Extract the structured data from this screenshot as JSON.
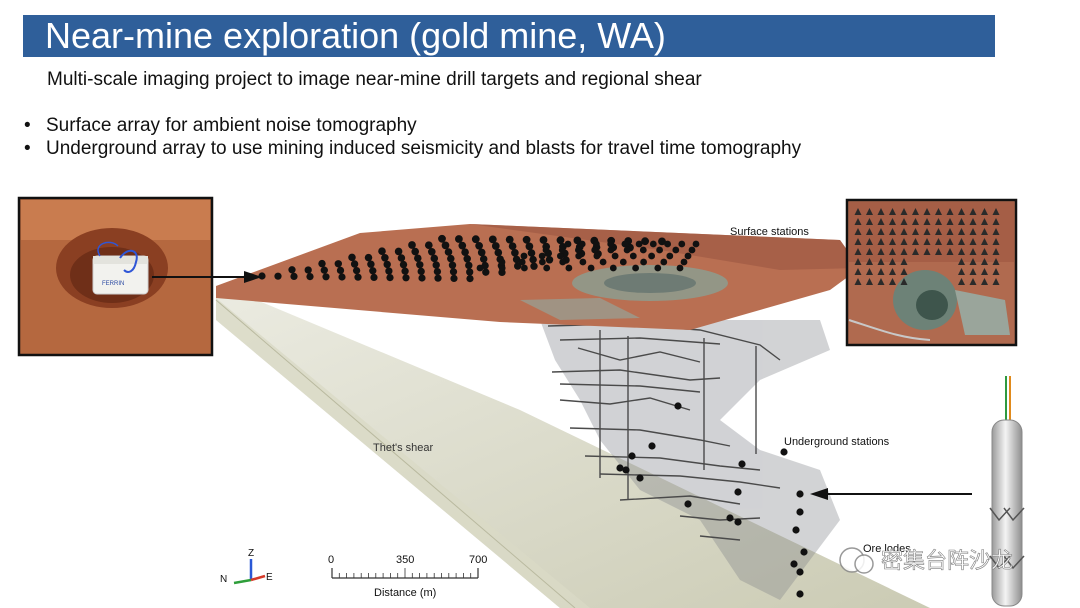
{
  "header": {
    "title": "Near-mine exploration (gold mine, WA)",
    "subtitle": "Multi-scale imaging project to image near-mine drill targets and regional shear"
  },
  "bullets": [
    "Surface array for ambient noise tomography",
    "Underground array to use mining induced seismicity and blasts for travel time tomography"
  ],
  "figure": {
    "surface_stations_label": "Surface stations",
    "underground_stations_label": "Underground stations",
    "shear_label": "Thet's shear",
    "ore_label": "Ore lodes",
    "sensor_brand": "FERRIN",
    "axes": {
      "z": "Z",
      "n": "N",
      "e": "E"
    },
    "scale_bar": {
      "ticks": [
        "0",
        "350",
        "700"
      ],
      "label": "Distance (m)"
    }
  },
  "watermark": "密集台阵沙龙",
  "colors": {
    "title_bar": "#2f5f9a",
    "surface_map": "#b96f52",
    "shear_plane": "#c9c9b2",
    "stations": "#111111",
    "axis_z": "#2a58d6",
    "axis_n": "#2e9e3a",
    "axis_e": "#d63a2a"
  }
}
